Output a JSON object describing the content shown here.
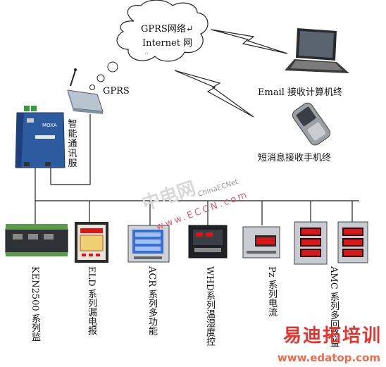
{
  "cloud_lines": [
    "GPRS网络↵",
    "Internet 网",
    "··"
  ],
  "gprs_label": "GPRS",
  "server_label_chars": [
    "智",
    "能",
    "通",
    "讯",
    "服"
  ],
  "email_label": "Email 接收计算机终",
  "sms_label": "短消息接收手机终",
  "devices": [
    {
      "name": "KEN2500 系列监"
    },
    {
      "name": "ELD 系列漏电报"
    },
    {
      "name": "ACR 系列多功能"
    },
    {
      "name": "WHD系列温湿度控"
    },
    {
      "name": "Pz 系列电流"
    },
    {
      "name": "AMC 系列多回路监"
    }
  ],
  "watermark": {
    "site": "ChinaECNet",
    "domain": "www.ECCN.com",
    "cn": "中电网"
  },
  "brand": {
    "name": "易迪拓培训",
    "url": "www.edatop.com"
  },
  "colors": {
    "line": "#222222",
    "moxa_blue": "#2d5ba0",
    "lcd_blue": "#3a6fd0",
    "red_led": "#d81818",
    "brand_red": "#e8322e"
  }
}
